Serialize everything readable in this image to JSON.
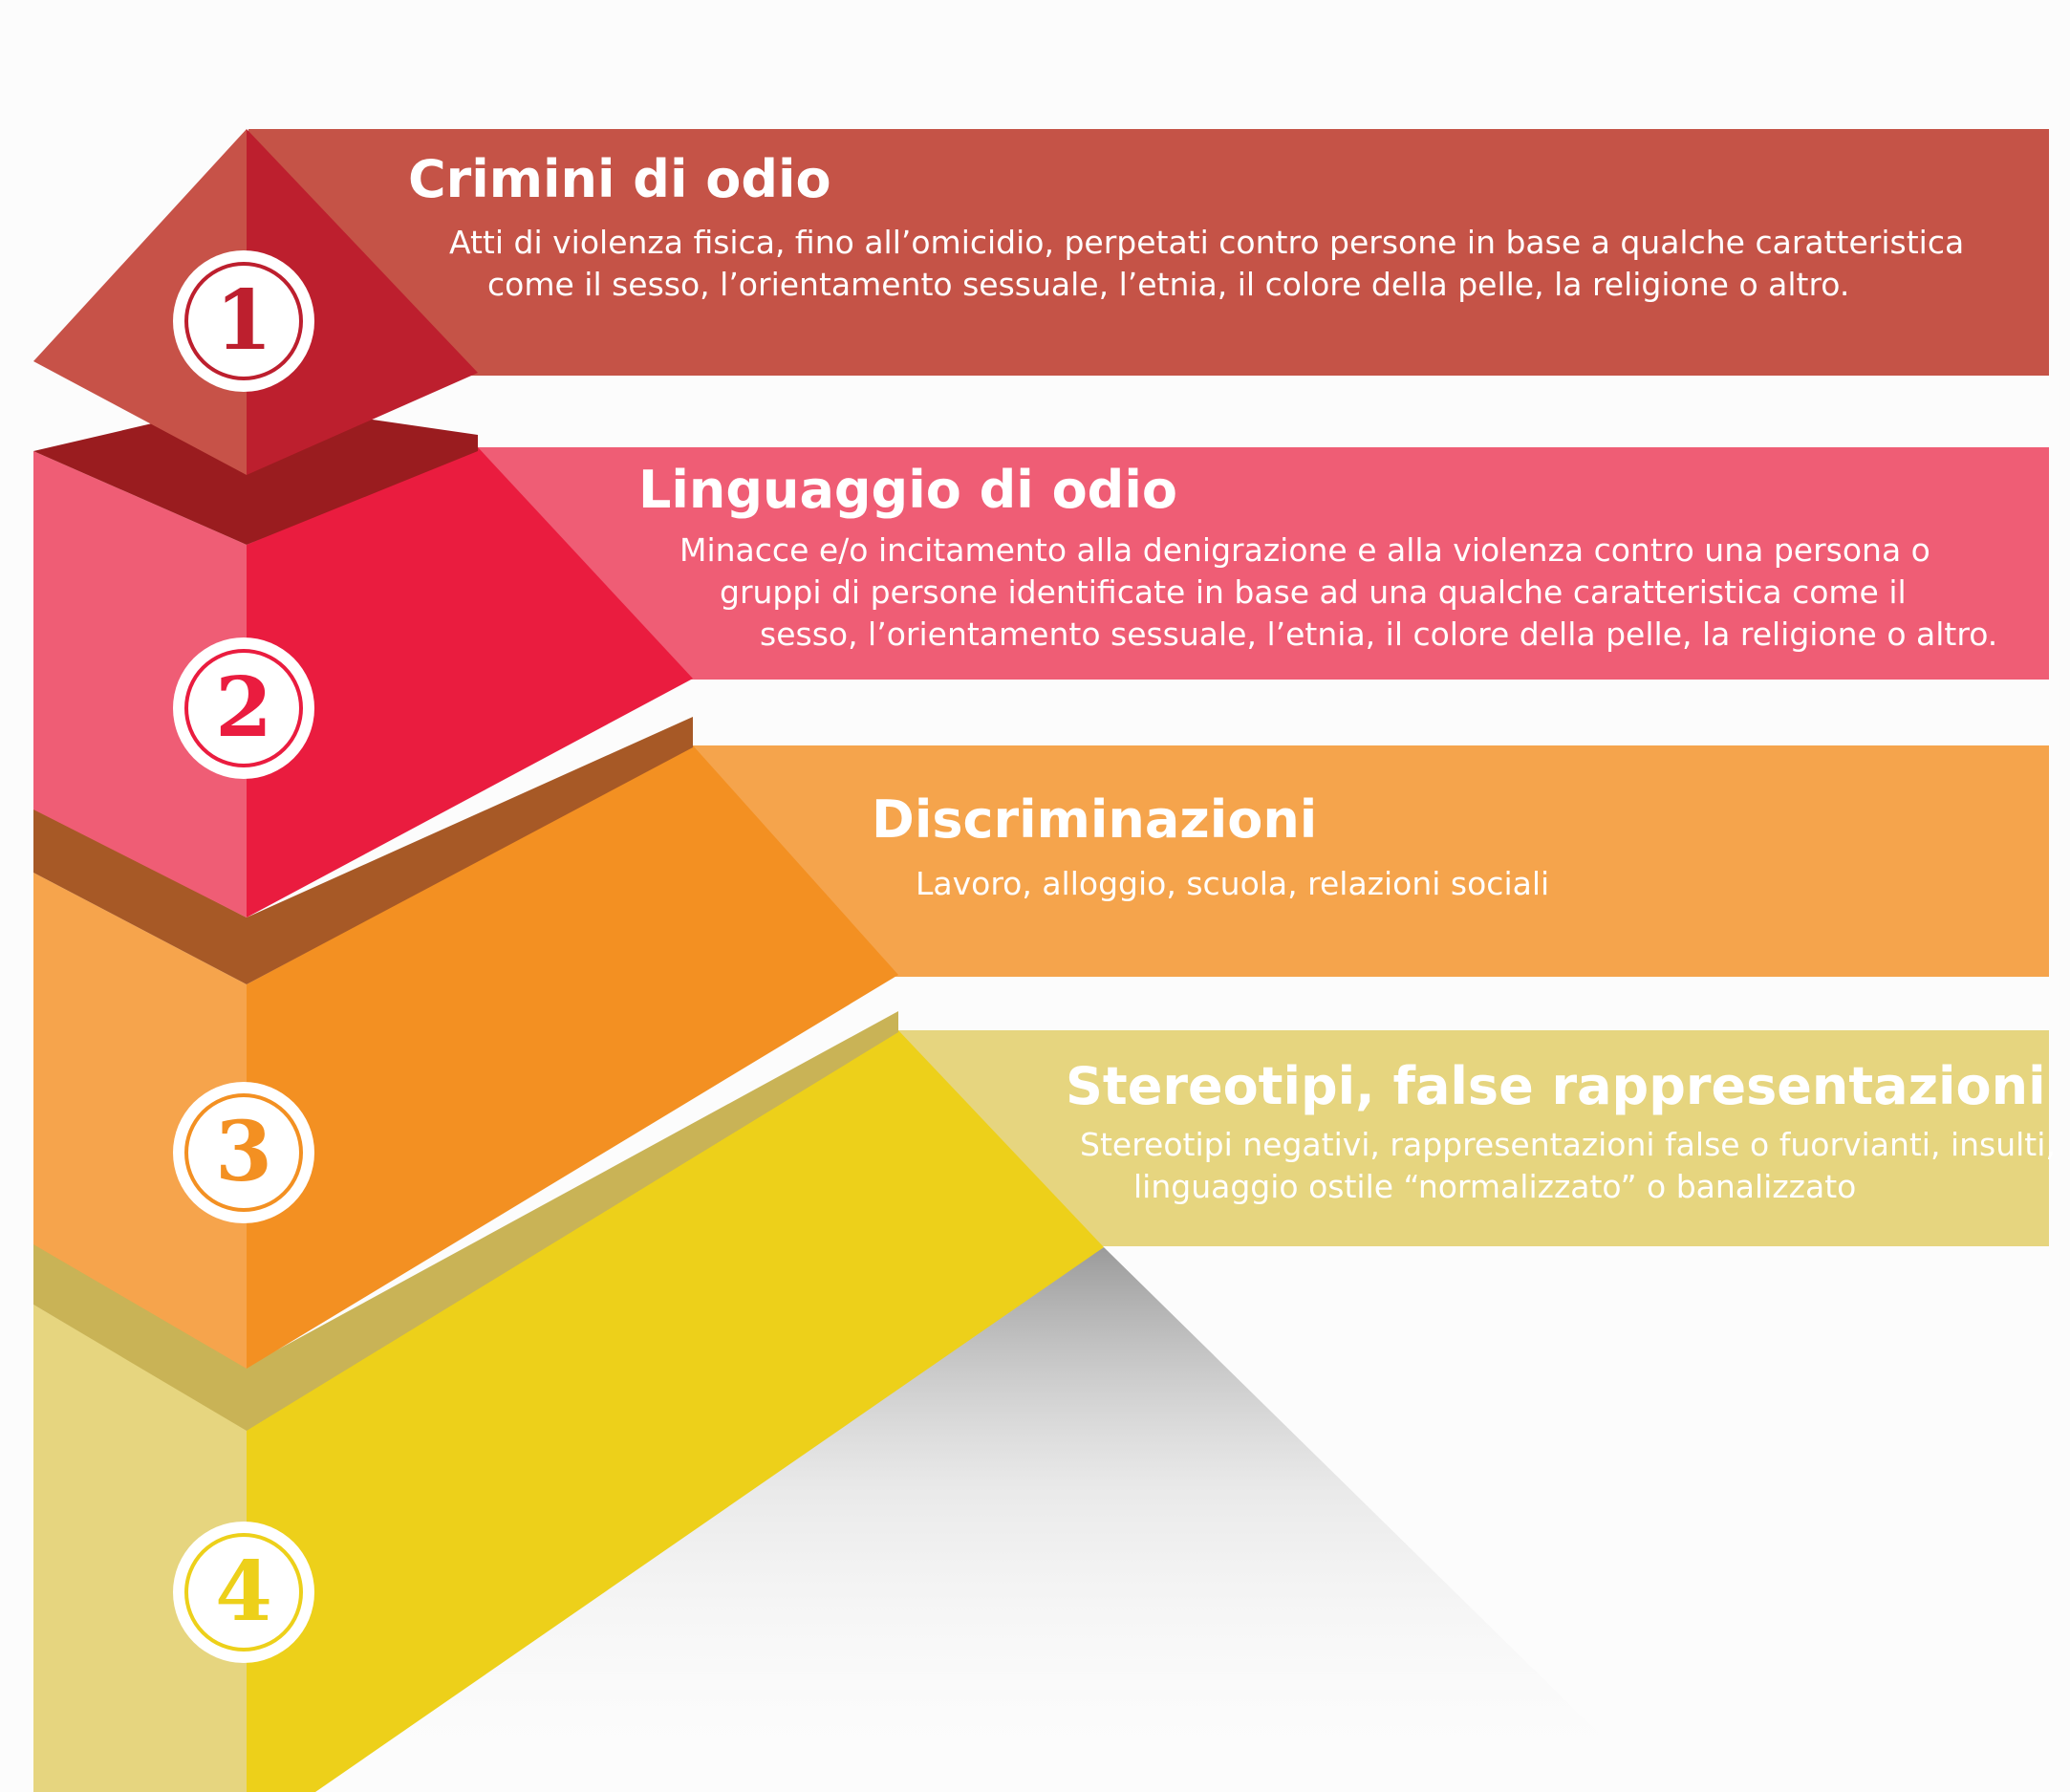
{
  "levels": [
    {
      "number": "1",
      "title": "Crimini di odio",
      "lines": [
        "Atti di violenza fisica, fino all’omicidio, perpetati contro persone in base a qualche caratteristica",
        "come il sesso, l’orientamento sessuale, l’etnia, il colore della pelle, la religione o altro."
      ],
      "band_color": "#c55347",
      "face_light": "#c75248",
      "face_dark": "#bd1f2e",
      "ledge_color": "#9a1c1f"
    },
    {
      "number": "2",
      "title": "Linguaggio di odio",
      "lines": [
        "Minacce e/o incitamento alla denigrazione e alla violenza contro una persona o",
        "gruppi di persone identificate in base ad una qualche caratteristica come il",
        "sesso, l’orientamento sessuale, l’etnia, il colore della pelle, la religione o altro."
      ],
      "band_color": "#ef5d75",
      "face_light": "#ef5d75",
      "face_dark": "#ea1c3f",
      "ledge_color": "#a75926"
    },
    {
      "number": "3",
      "title": "Discriminazioni",
      "lines": [
        "Lavoro, alloggio, scuola, relazioni sociali"
      ],
      "band_color": "#f5a44c",
      "face_light": "#f6a44c",
      "face_dark": "#f39022",
      "ledge_color": "#c9b356"
    },
    {
      "number": "4",
      "title": "Stereotipi, false rappresentazioni",
      "lines": [
        "Stereotipi negativi, rappresentazioni false o fuorvianti, insulti,",
        "linguaggio ostile “normalizzato” o banalizzato"
      ],
      "band_color": "#e6d57f",
      "face_light": "#e6d57f",
      "face_dark": "#edd01a",
      "ledge_color": null
    }
  ]
}
